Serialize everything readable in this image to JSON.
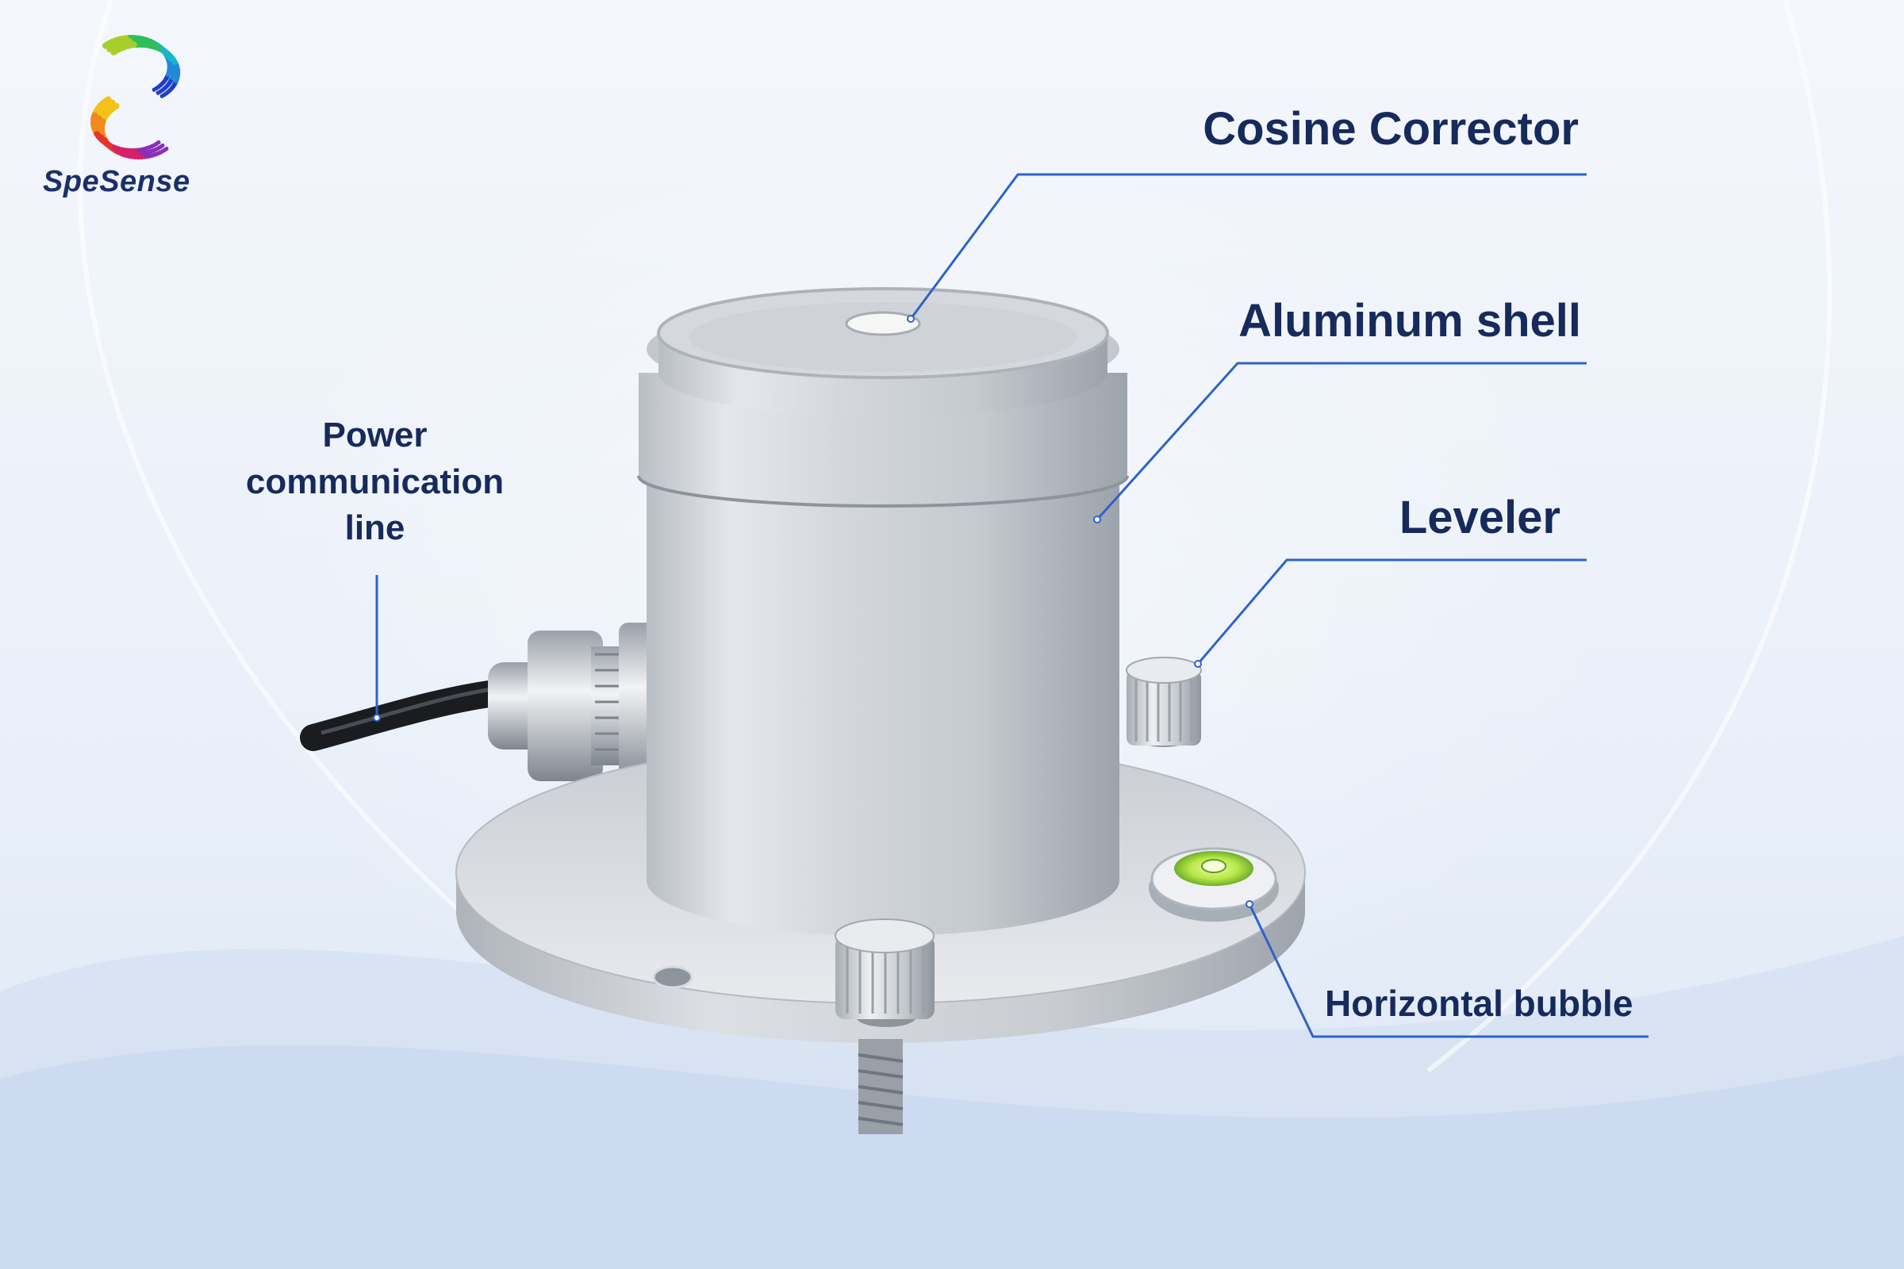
{
  "brand": {
    "name": "SpeSense",
    "logo_icon": "rainbow-dotted-s-icon"
  },
  "labels": {
    "cosine_corrector": "Cosine Corrector",
    "aluminum_shell": "Aluminum shell",
    "leveler": "Leveler",
    "horizontal_bubble": "Horizontal bubble",
    "power_line": "Power communication line"
  },
  "colors": {
    "label_text": "#172a5c",
    "leader_line": "#2d63c8",
    "bubble_green": "#b9e84a"
  }
}
